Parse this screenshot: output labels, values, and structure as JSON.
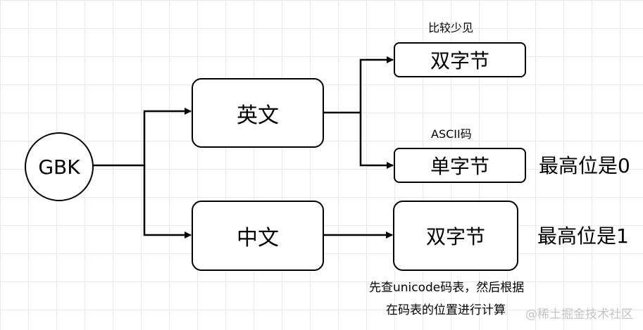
{
  "nodes": {
    "gbk": "GBK",
    "english": "英文",
    "chinese": "中文",
    "english_double": "双字节",
    "english_single": "单字节",
    "chinese_double": "双字节"
  },
  "annotations": {
    "rare": "比较少见",
    "ascii": "ASCII码",
    "high_bit_0": "最高位是0",
    "high_bit_1": "最高位是1",
    "lookup_line1": "先查unicode码表，然后根据",
    "lookup_line2": "在码表的位置进行计算"
  },
  "watermark": "@稀土掘金技术社区"
}
